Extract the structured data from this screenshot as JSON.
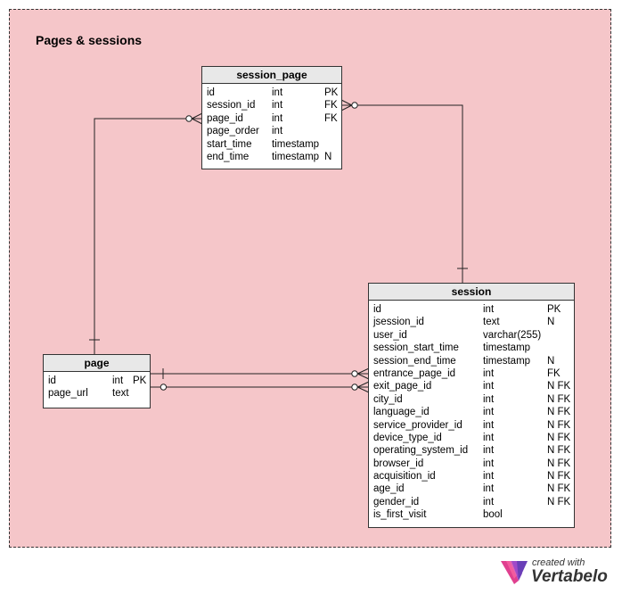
{
  "area": {
    "title": "Pages & sessions"
  },
  "tables": {
    "session_page": {
      "name": "session_page",
      "columns": [
        {
          "name": "id",
          "type": "int",
          "key": "PK"
        },
        {
          "name": "session_id",
          "type": "int",
          "key": "FK"
        },
        {
          "name": "page_id",
          "type": "int",
          "key": "FK"
        },
        {
          "name": "page_order",
          "type": "int",
          "key": ""
        },
        {
          "name": "start_time",
          "type": "timestamp",
          "key": ""
        },
        {
          "name": "end_time",
          "type": "timestamp",
          "key": "N"
        }
      ]
    },
    "session": {
      "name": "session",
      "columns": [
        {
          "name": "id",
          "type": "int",
          "key": "PK"
        },
        {
          "name": "jsession_id",
          "type": "text",
          "key": "N"
        },
        {
          "name": "user_id",
          "type": "varchar(255)",
          "key": ""
        },
        {
          "name": "session_start_time",
          "type": "timestamp",
          "key": ""
        },
        {
          "name": "session_end_time",
          "type": "timestamp",
          "key": "N"
        },
        {
          "name": "entrance_page_id",
          "type": "int",
          "key": "FK"
        },
        {
          "name": "exit_page_id",
          "type": "int",
          "key": "N FK"
        },
        {
          "name": "city_id",
          "type": "int",
          "key": "N FK"
        },
        {
          "name": "language_id",
          "type": "int",
          "key": "N FK"
        },
        {
          "name": "service_provider_id",
          "type": "int",
          "key": "N FK"
        },
        {
          "name": "device_type_id",
          "type": "int",
          "key": "N FK"
        },
        {
          "name": "operating_system_id",
          "type": "int",
          "key": "N FK"
        },
        {
          "name": "browser_id",
          "type": "int",
          "key": "N FK"
        },
        {
          "name": "acquisition_id",
          "type": "int",
          "key": "N FK"
        },
        {
          "name": "age_id",
          "type": "int",
          "key": "N FK"
        },
        {
          "name": "gender_id",
          "type": "int",
          "key": "N FK"
        },
        {
          "name": "is_first_visit",
          "type": "bool",
          "key": ""
        }
      ]
    },
    "page": {
      "name": "page",
      "columns": [
        {
          "name": "id",
          "type": "int",
          "key": "PK"
        },
        {
          "name": "page_url",
          "type": "text",
          "key": ""
        }
      ]
    }
  },
  "branding": {
    "small": "created with",
    "big": "Vertabelo"
  }
}
